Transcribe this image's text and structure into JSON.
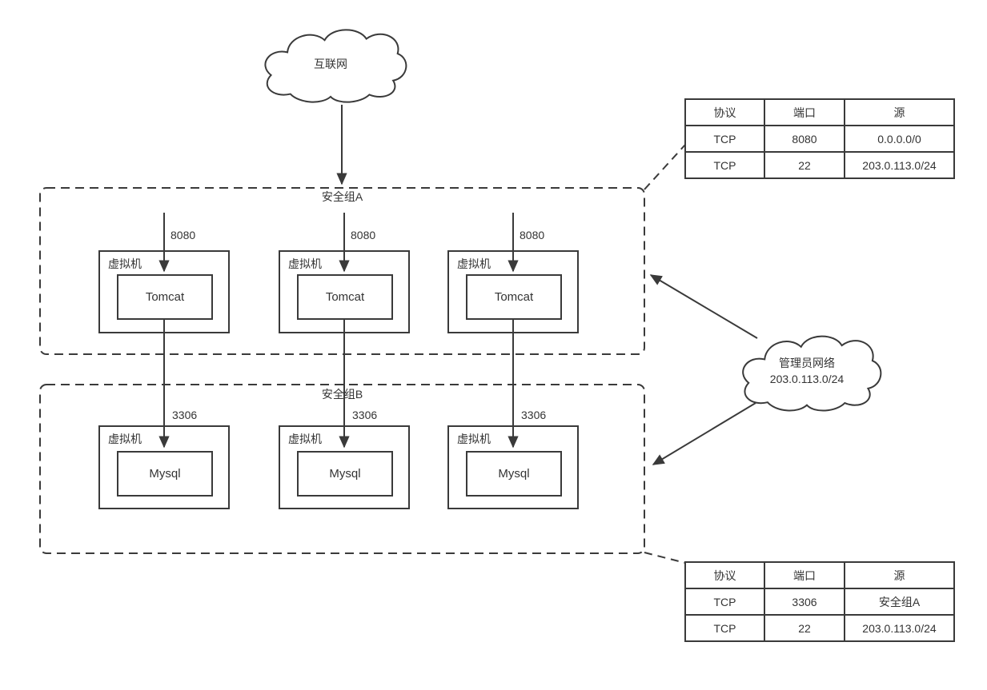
{
  "colors": {
    "line": "#3a3a3a",
    "text": "#333333",
    "background": "#ffffff"
  },
  "internet_cloud": {
    "label": "互联网"
  },
  "admin_cloud": {
    "name": "管理员网络",
    "cidr": "203.0.113.0/24"
  },
  "security_group_a": {
    "label": "安全组A",
    "inbound_port": "8080",
    "vms": [
      {
        "label": "虚拟机",
        "app": "Tomcat"
      },
      {
        "label": "虚拟机",
        "app": "Tomcat"
      },
      {
        "label": "虚拟机",
        "app": "Tomcat"
      }
    ]
  },
  "security_group_b": {
    "label": "安全组B",
    "inbound_port": "3306",
    "vms": [
      {
        "label": "虚拟机",
        "app": "Mysql"
      },
      {
        "label": "虚拟机",
        "app": "Mysql"
      },
      {
        "label": "虚拟机",
        "app": "Mysql"
      }
    ]
  },
  "rules_table_a": {
    "headers": [
      "协议",
      "端口",
      "源"
    ],
    "rows": [
      [
        "TCP",
        "8080",
        "0.0.0.0/0"
      ],
      [
        "TCP",
        "22",
        "203.0.113.0/24"
      ]
    ]
  },
  "rules_table_b": {
    "headers": [
      "协议",
      "端口",
      "源"
    ],
    "rows": [
      [
        "TCP",
        "3306",
        "安全组A"
      ],
      [
        "TCP",
        "22",
        "203.0.113.0/24"
      ]
    ]
  }
}
